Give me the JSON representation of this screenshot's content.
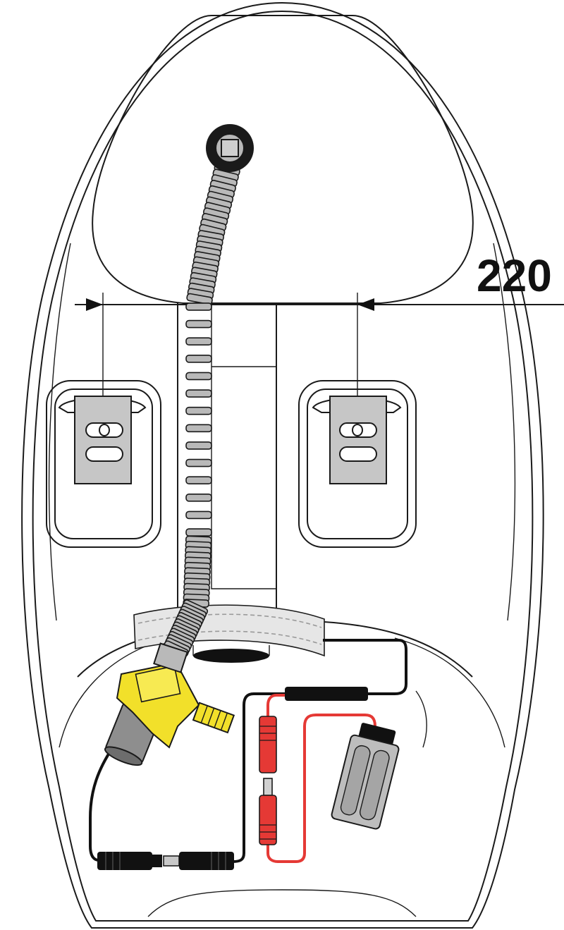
{
  "dimension": {
    "value": "220"
  },
  "colors": {
    "outline": "#1a1a1a",
    "bracket": "#c6c6c6",
    "hose": "#b9b9b9",
    "valve": "#f2e02a",
    "power_cable": "#e53935",
    "signal_cable": "#111111",
    "strap": "#e6e6e6",
    "battery_box": "#bdbdbd"
  },
  "parts": {
    "nut": "mounting-nut",
    "hose": "corrugated-flex-hose",
    "valve": "solenoid-valve",
    "battery": "battery-pack",
    "brackets": [
      "left-mounting-bracket",
      "right-mounting-bracket"
    ]
  }
}
